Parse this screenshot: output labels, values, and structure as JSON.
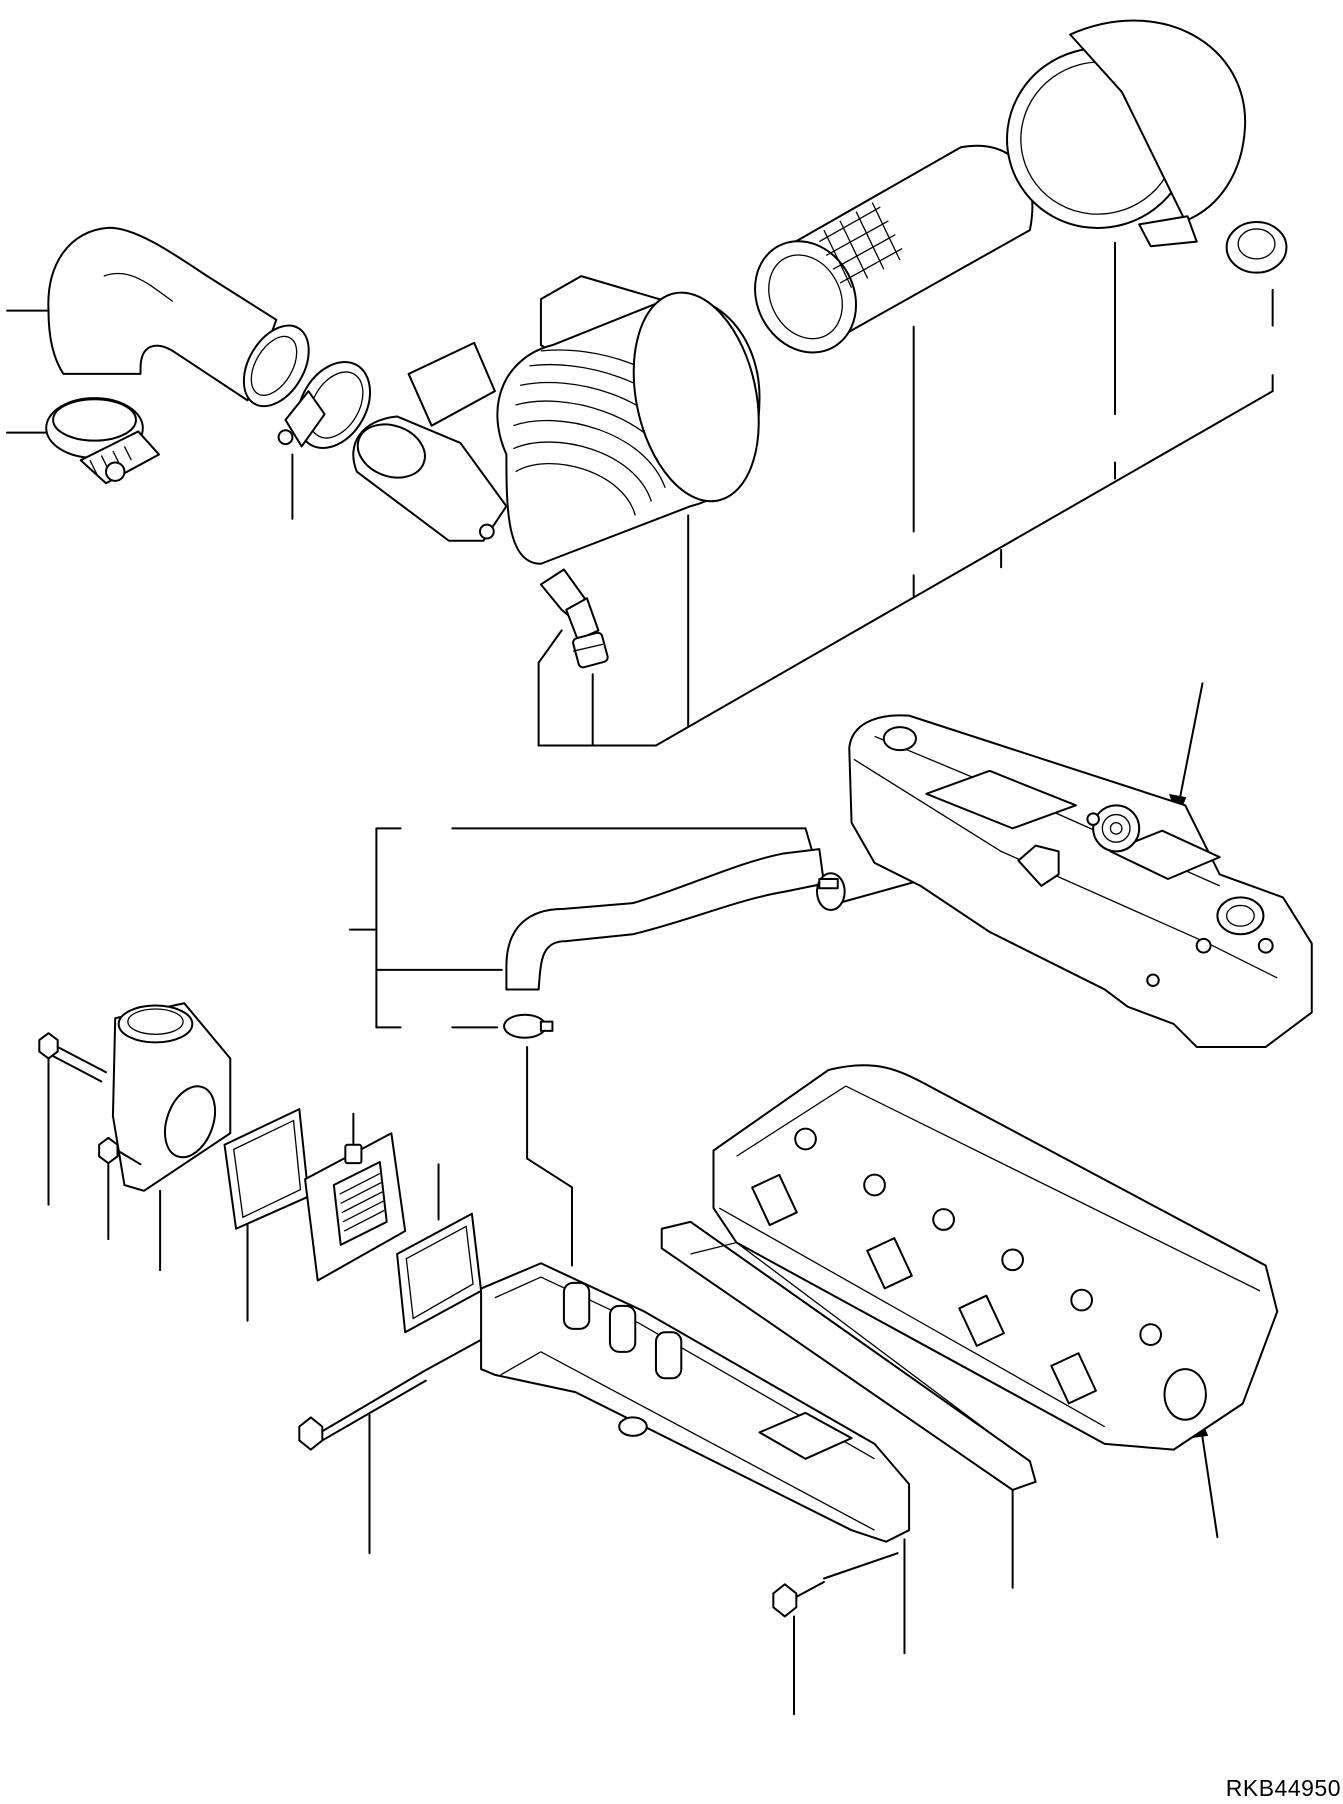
{
  "figure": {
    "code": "RKB44950",
    "line_color": "#000000",
    "background_color": "#ffffff"
  },
  "parts": [
    {
      "id": "intake-elbow-hose",
      "icon": "elbow-hose-icon"
    },
    {
      "id": "hose-clamp-left",
      "icon": "hose-clamp-icon"
    },
    {
      "id": "hose-clamp-elbow",
      "icon": "hose-clamp-icon"
    },
    {
      "id": "air-cleaner-body",
      "icon": "air-cleaner-icon"
    },
    {
      "id": "filter-element",
      "icon": "filter-element-icon"
    },
    {
      "id": "air-cleaner-cap",
      "icon": "cap-icon"
    },
    {
      "id": "evacuator-valve",
      "icon": "valve-icon"
    },
    {
      "id": "restriction-indicator",
      "icon": "indicator-icon"
    },
    {
      "id": "cylinder-head-cover",
      "icon": "valve-cover-icon"
    },
    {
      "id": "breather-hose",
      "icon": "hose-icon"
    },
    {
      "id": "breather-clamp",
      "icon": "hose-clamp-icon"
    },
    {
      "id": "intake-connector",
      "icon": "intake-connector-icon"
    },
    {
      "id": "intake-gasket",
      "icon": "gasket-icon"
    },
    {
      "id": "intake-heater",
      "icon": "heater-icon"
    },
    {
      "id": "intake-manifold",
      "icon": "manifold-icon"
    },
    {
      "id": "manifold-gasket",
      "icon": "gasket-icon"
    },
    {
      "id": "cylinder-head",
      "icon": "cylinder-head-icon"
    },
    {
      "id": "flange-bolt",
      "icon": "bolt-icon"
    }
  ]
}
